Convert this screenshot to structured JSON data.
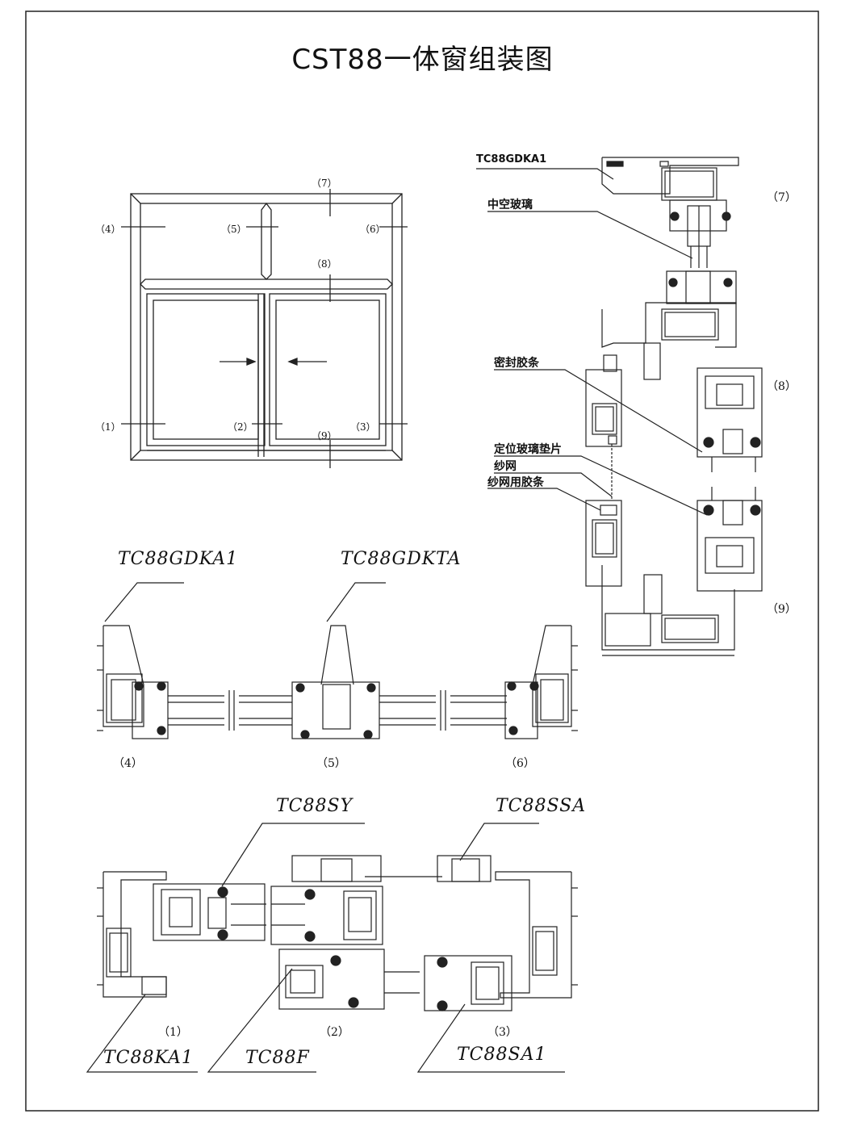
{
  "title": "CST88一体窗组装图",
  "elevation": {
    "callouts": [
      "（1）",
      "（2）",
      "（3）",
      "（4）",
      "（5）",
      "（6）",
      "（7）",
      "（8）",
      "（9）"
    ]
  },
  "vertical_section": {
    "part_labels": [
      "TC88GDKA1",
      "中空玻璃",
      "密封胶条",
      "定位玻璃垫片",
      "纱网",
      "纱网用胶条"
    ],
    "numbers": [
      "（7）",
      "（8）",
      "（9）"
    ]
  },
  "fixed_section": {
    "part_labels": [
      "TC88GDKA1",
      "TC88GDKTA"
    ],
    "numbers": [
      "（4）",
      "（5）",
      "（6）"
    ]
  },
  "sliding_section": {
    "part_labels": [
      "TC88SY",
      "TC88SSA",
      "TC88KA1",
      "TC88F",
      "TC88SA1"
    ],
    "numbers": [
      "（1）",
      "（2）",
      "（3）"
    ]
  }
}
